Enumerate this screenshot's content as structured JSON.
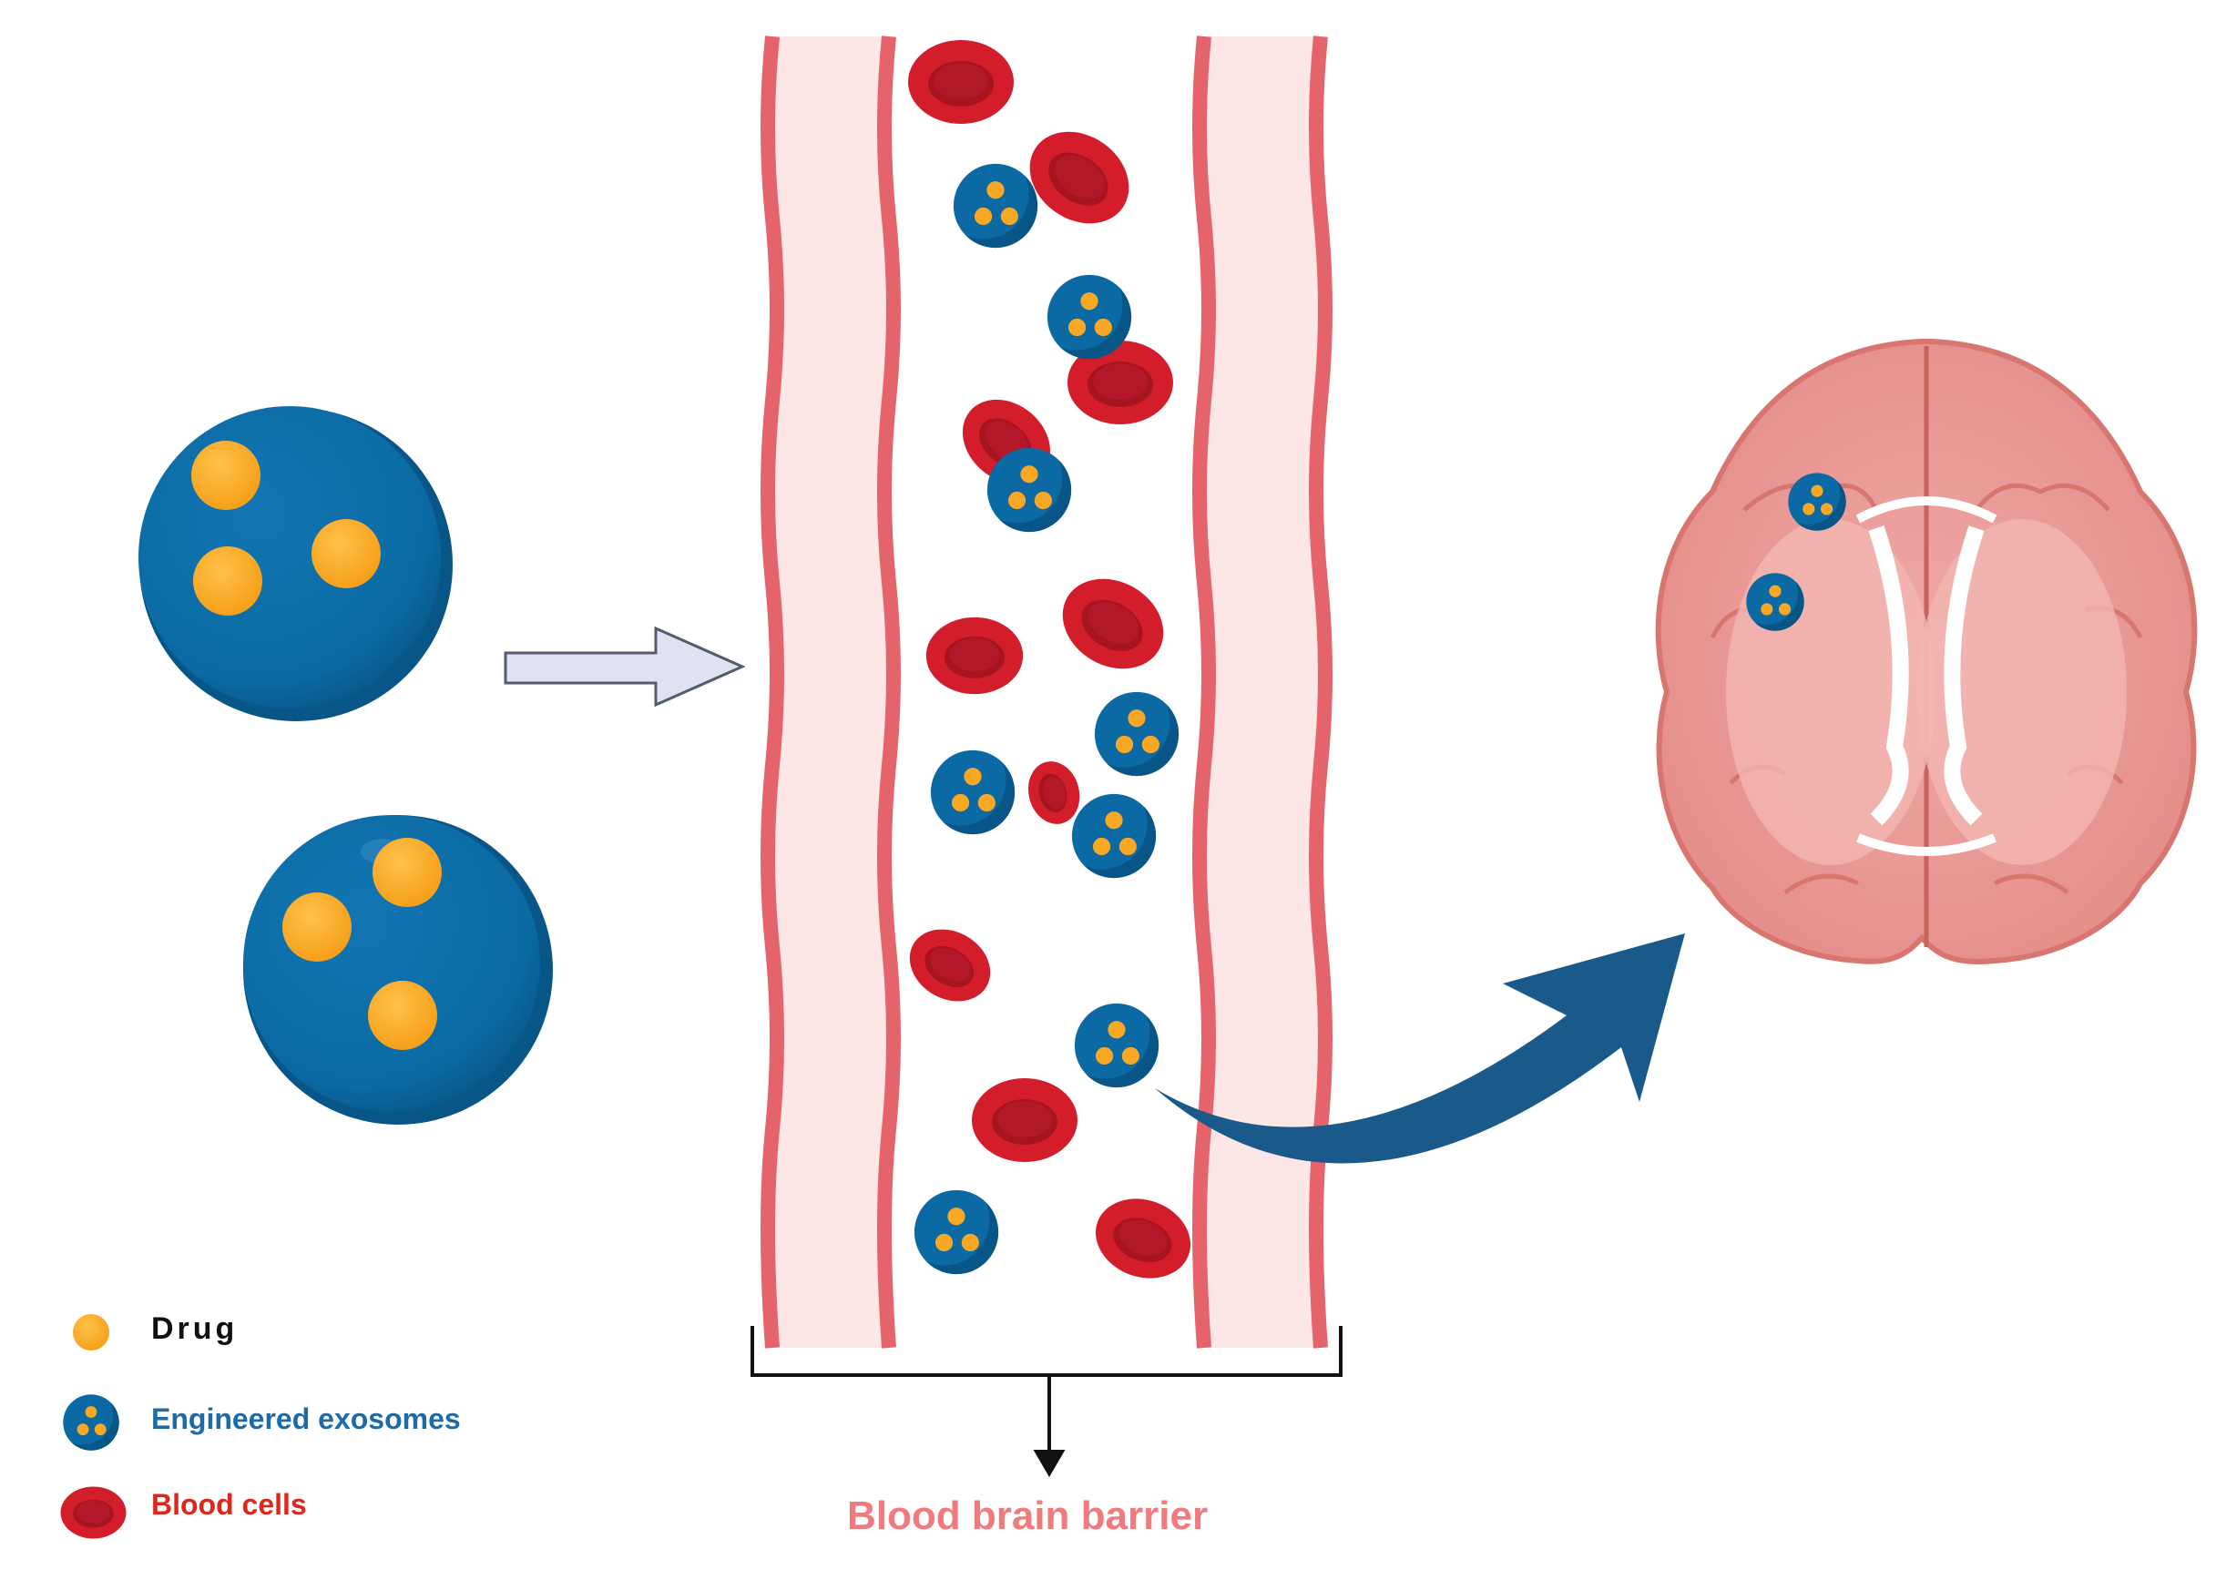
{
  "legend": {
    "drug_label": "Drug",
    "exosome_label": "Engineered exosomes",
    "blood_cell_label": "Blood cells"
  },
  "barrier_label": "Blood brain barrier",
  "colors": {
    "exosome": "#0b6aa3",
    "exosome_dark": "#085687",
    "drug": "#f9a825",
    "blood_cell": "#d41d2b",
    "blood_cell_inner": "#a5141f",
    "vessel_wall": "#fde6e6",
    "vessel_edge": "#e5646c",
    "brain": "#ec9b98",
    "arrow_blue": "#1a5a8a",
    "arrow_gray": "#dfe2f0"
  },
  "icons": [
    "exosome-icon",
    "drug-icon",
    "blood-cell-icon",
    "brain-icon",
    "arrow-icon"
  ]
}
